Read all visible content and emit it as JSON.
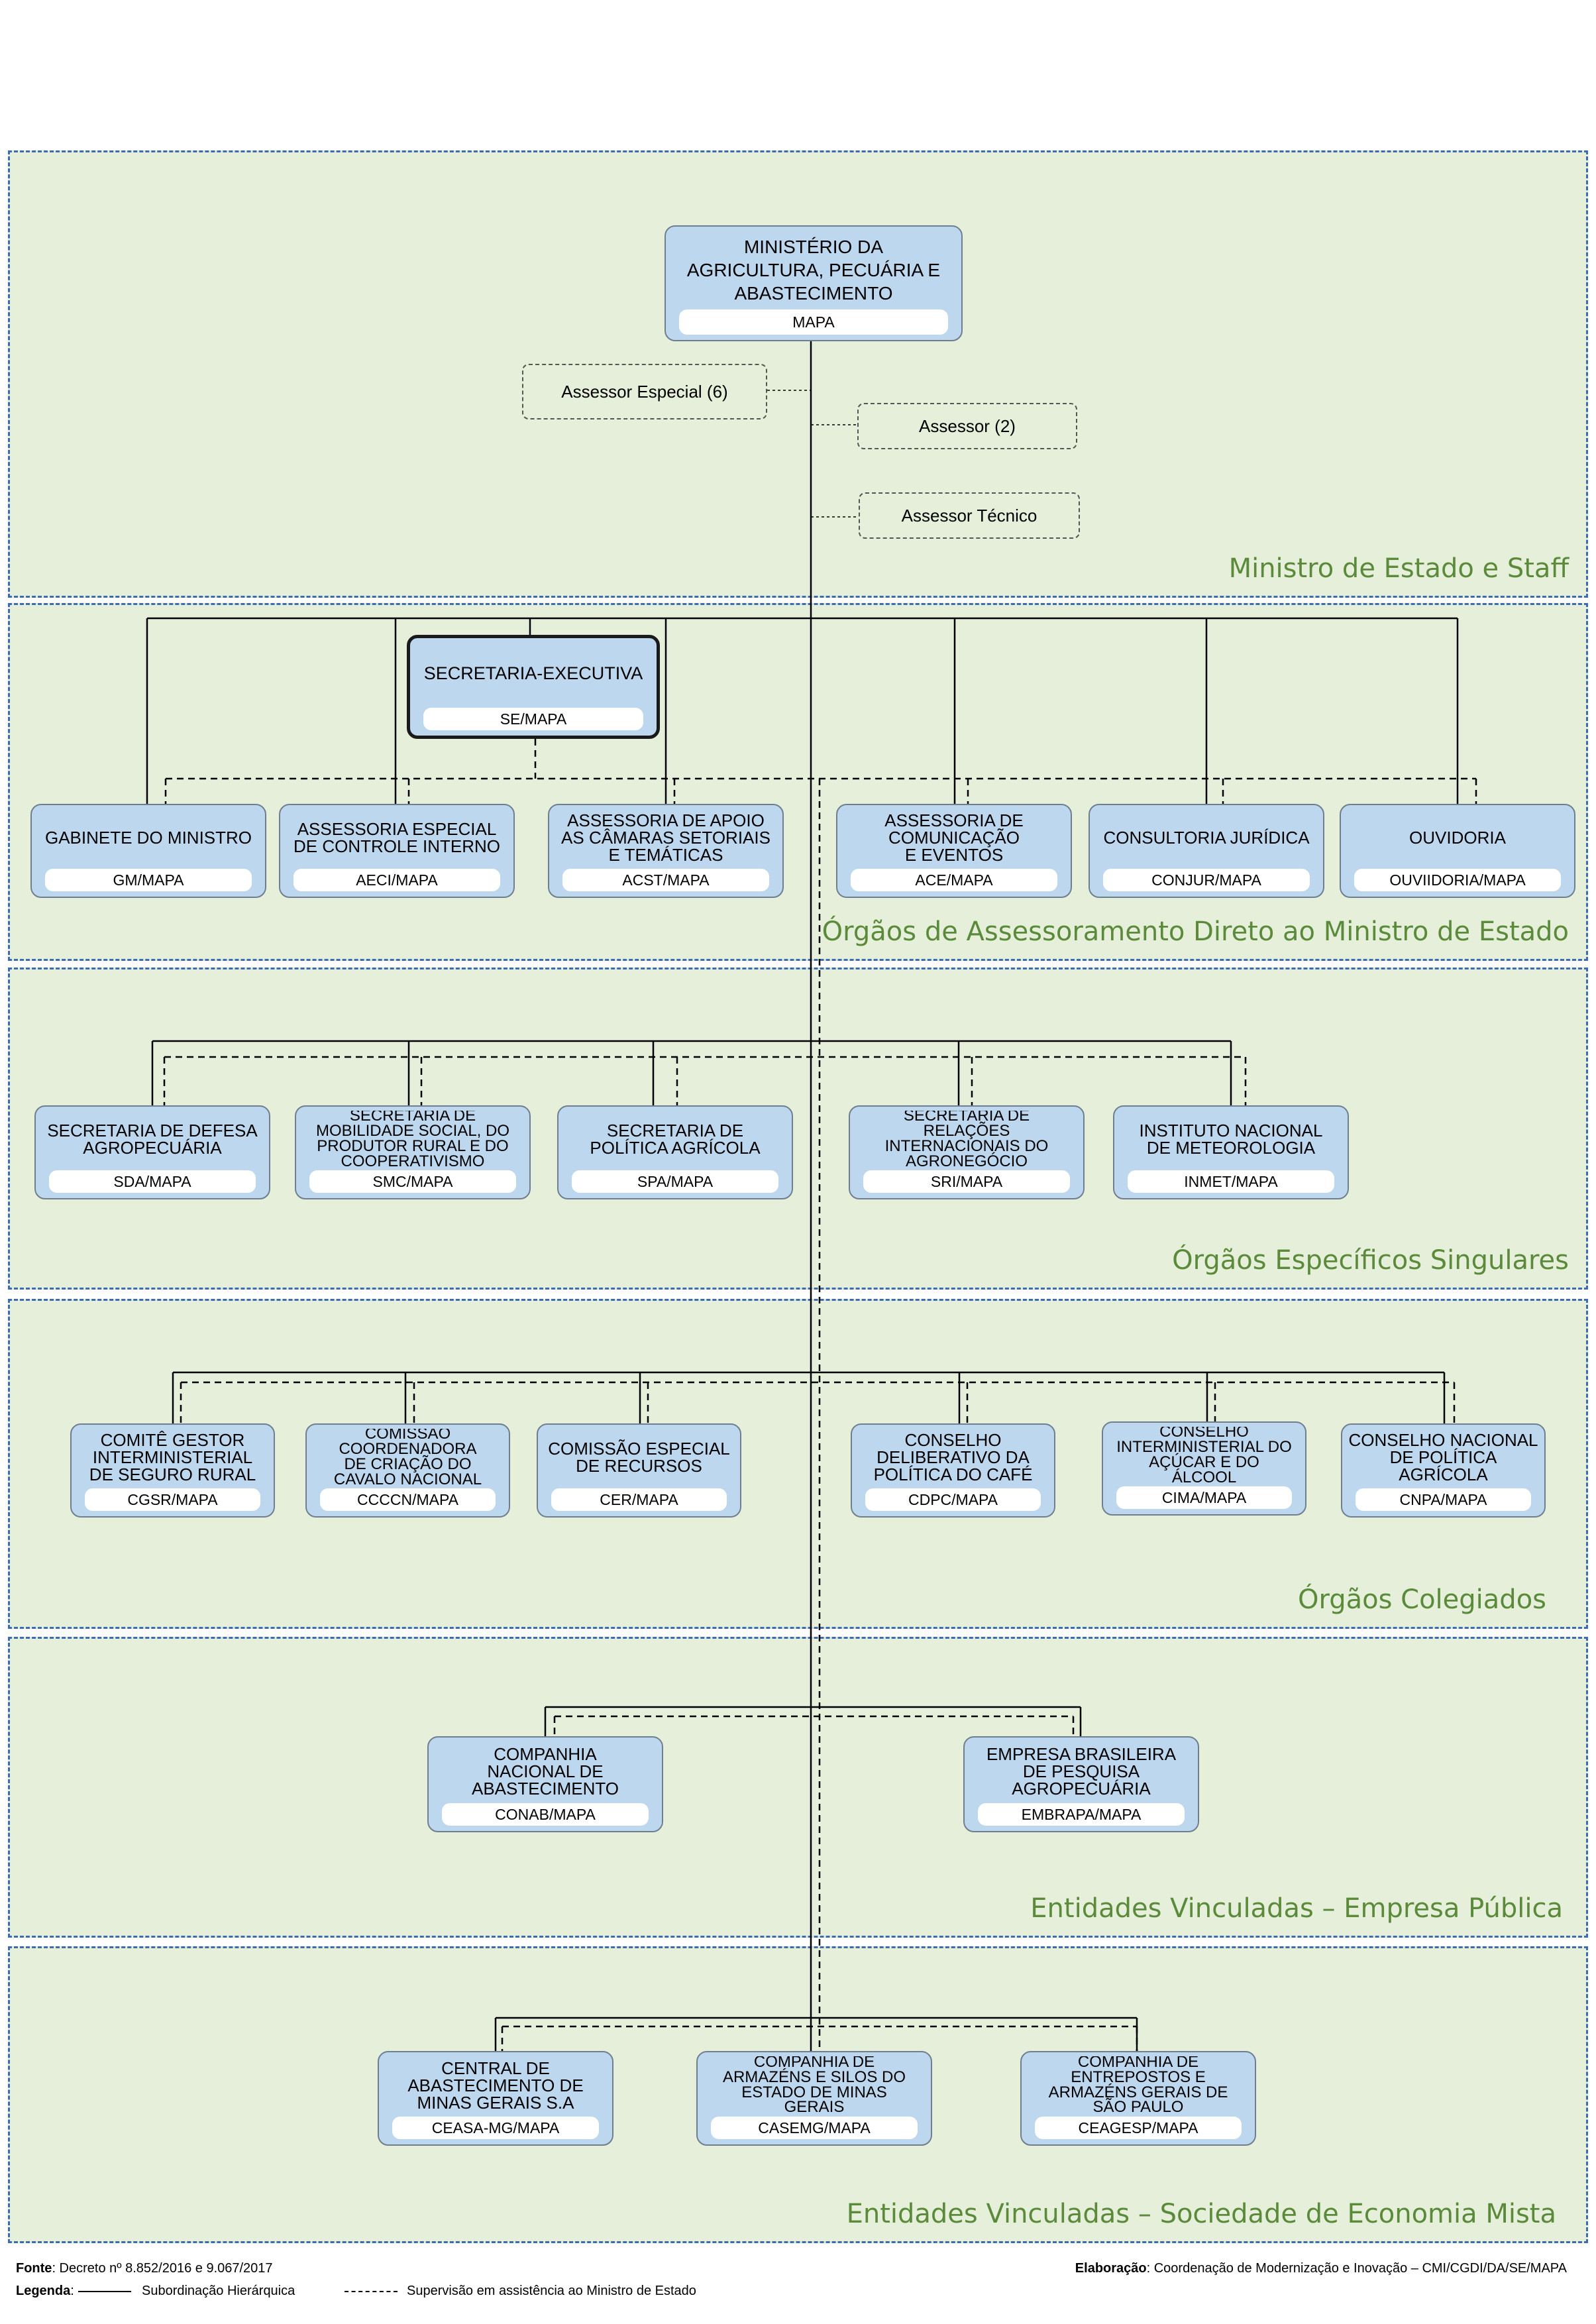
{
  "bands": {
    "b1": "Ministro de Estado e Staff",
    "b2": "Órgãos de Assessoramento Direto ao Ministro de Estado",
    "b3": "Órgãos Específicos Singulares",
    "b4": "Órgãos Colegiados",
    "b5": "Entidades Vinculadas – Empresa Pública",
    "b6": "Entidades Vinculadas – Sociedade de Economia Mista"
  },
  "top": {
    "label": "MINISTÉRIO DA\nAGRICULTURA, PECUÁRIA E\nABASTECIMENTO",
    "abbr": "MAPA"
  },
  "assessors": [
    "Assessor Especial (6)",
    "Assessor (2)",
    "Assessor Técnico"
  ],
  "se": {
    "label": "SECRETARIA-EXECUTIVA",
    "abbr": "SE/MAPA"
  },
  "row2": [
    {
      "label": "GABINETE DO MINISTRO",
      "abbr": "GM/MAPA"
    },
    {
      "label": "ASSESSORIA ESPECIAL\nDE CONTROLE INTERNO",
      "abbr": "AECI/MAPA"
    },
    {
      "label": "ASSESSORIA DE APOIO\nAS CÂMARAS SETORIAIS\nE TEMÁTICAS",
      "abbr": "ACST/MAPA"
    },
    {
      "label": "ASSESSORIA DE\nCOMUNICAÇÃO\nE EVENTOS",
      "abbr": "ACE/MAPA"
    },
    {
      "label": "CONSULTORIA JURÍDICA",
      "abbr": "CONJUR/MAPA"
    },
    {
      "label": "OUVIDORIA",
      "abbr": "OUVIIDORIA/MAPA"
    }
  ],
  "row3": [
    {
      "label": "SECRETARIA DE DEFESA\nAGROPECUÁRIA",
      "abbr": "SDA/MAPA"
    },
    {
      "label": "SECRETARIA DE\nMOBILIDADE SOCIAL, DO\nPRODUTOR RURAL E DO\nCOOPERATIVISMO",
      "abbr": "SMC/MAPA"
    },
    {
      "label": "SECRETARIA DE\nPOLÍTICA AGRÍCOLA",
      "abbr": "SPA/MAPA"
    },
    {
      "label": "SECRETARIA DE\nRELAÇÕES\nINTERNACIONAIS DO\nAGRONEGÓCIO",
      "abbr": "SRI/MAPA"
    },
    {
      "label": "INSTITUTO NACIONAL\nDE METEOROLOGIA",
      "abbr": "INMET/MAPA"
    }
  ],
  "row4": [
    {
      "label": "COMITÊ GESTOR\nINTERMINISTERIAL\nDE SEGURO RURAL",
      "abbr": "CGSR/MAPA"
    },
    {
      "label": "COMISSÃO\nCOORDENADORA\nDE CRIAÇÃO DO\nCAVALO NACIONAL",
      "abbr": "CCCCN/MAPA"
    },
    {
      "label": "COMISSÃO ESPECIAL\nDE RECURSOS",
      "abbr": "CER/MAPA"
    },
    {
      "label": "CONSELHO\nDELIBERATIVO DA\nPOLÍTICA DO CAFÉ",
      "abbr": "CDPC/MAPA"
    },
    {
      "label": "CONSELHO\nINTERMINISTERIAL DO\nAÇÚCAR E DO\nÁLCOOL",
      "abbr": "CIMA/MAPA"
    },
    {
      "label": "CONSELHO NACIONAL\nDE POLÍTICA\nAGRÍCOLA",
      "abbr": "CNPA/MAPA"
    }
  ],
  "row5": [
    {
      "label": "COMPANHIA\nNACIONAL DE\nABASTECIMENTO",
      "abbr": "CONAB/MAPA"
    },
    {
      "label": "EMPRESA BRASILEIRA\nDE PESQUISA\nAGROPECUÁRIA",
      "abbr": "EMBRAPA/MAPA"
    }
  ],
  "row6": [
    {
      "label": "CENTRAL DE\nABASTECIMENTO DE\nMINAS GERAIS S.A",
      "abbr": "CEASA-MG/MAPA"
    },
    {
      "label": "COMPANHIA DE\nARMAZÉNS E SILOS DO\nESTADO DE MINAS\nGERAIS",
      "abbr": "CASEMG/MAPA"
    },
    {
      "label": "COMPANHIA DE\nENTREPOSTOS E\nARMAZÉNS GERAIS DE\nSÃO PAULO",
      "abbr": "CEAGESP/MAPA"
    }
  ],
  "footer": {
    "fonte_label": "Fonte",
    "fonte_text": ": Decreto nº 8.852/2016 e 9.067/2017",
    "elab_label": "Elaboração",
    "elab_text": ": Coordenação de Modernização e Inovação – CMI/CGDI/DA/SE/MAPA",
    "legenda_label": "Legenda",
    "legenda_solid": "Subordinação Hierárquica",
    "legenda_dashed": "Supervisão em assistência ao Ministro de Estado"
  }
}
